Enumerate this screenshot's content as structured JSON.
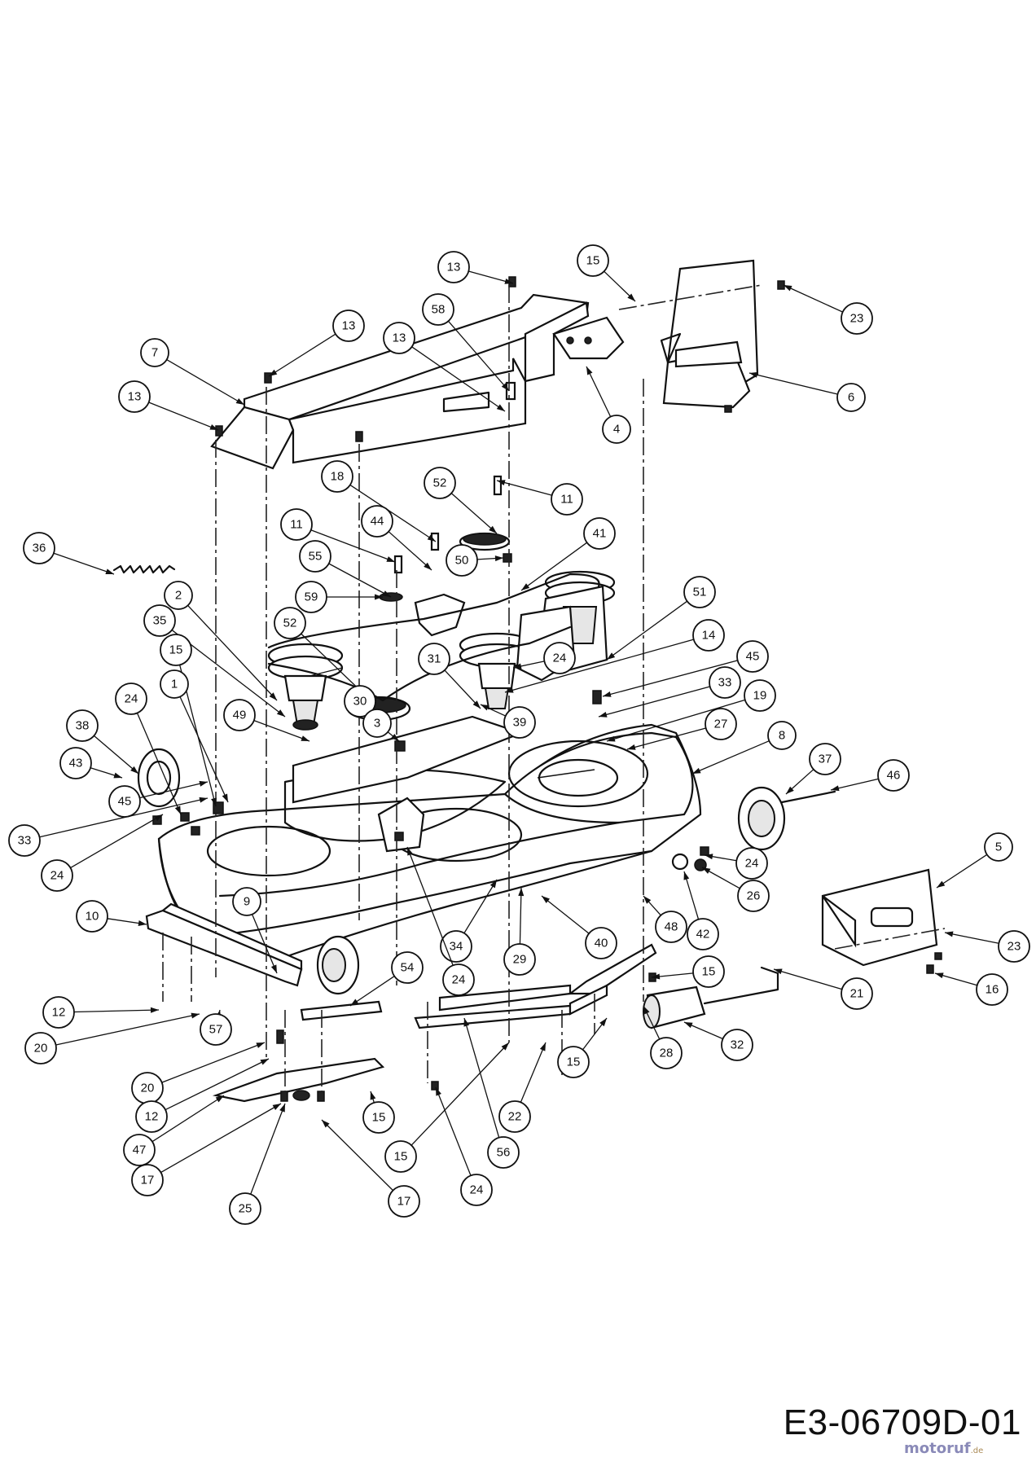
{
  "drawing_code": "E3-06709D-01",
  "watermark": {
    "main": "motoruf",
    "tld": ".de"
  },
  "part_labels": [
    "1",
    "2",
    "3",
    "4",
    "5",
    "6",
    "7",
    "8",
    "9",
    "10",
    "11",
    "12",
    "13",
    "14",
    "15",
    "16",
    "17",
    "18",
    "19",
    "20",
    "21",
    "22",
    "23",
    "24",
    "25",
    "26",
    "27",
    "28",
    "29",
    "30",
    "31",
    "32",
    "33",
    "34",
    "35",
    "36",
    "37",
    "38",
    "39",
    "40",
    "41",
    "42",
    "43",
    "44",
    "45",
    "46",
    "47",
    "48",
    "49",
    "50",
    "51",
    "52",
    "54",
    "55",
    "56",
    "57",
    "58",
    "59"
  ]
}
